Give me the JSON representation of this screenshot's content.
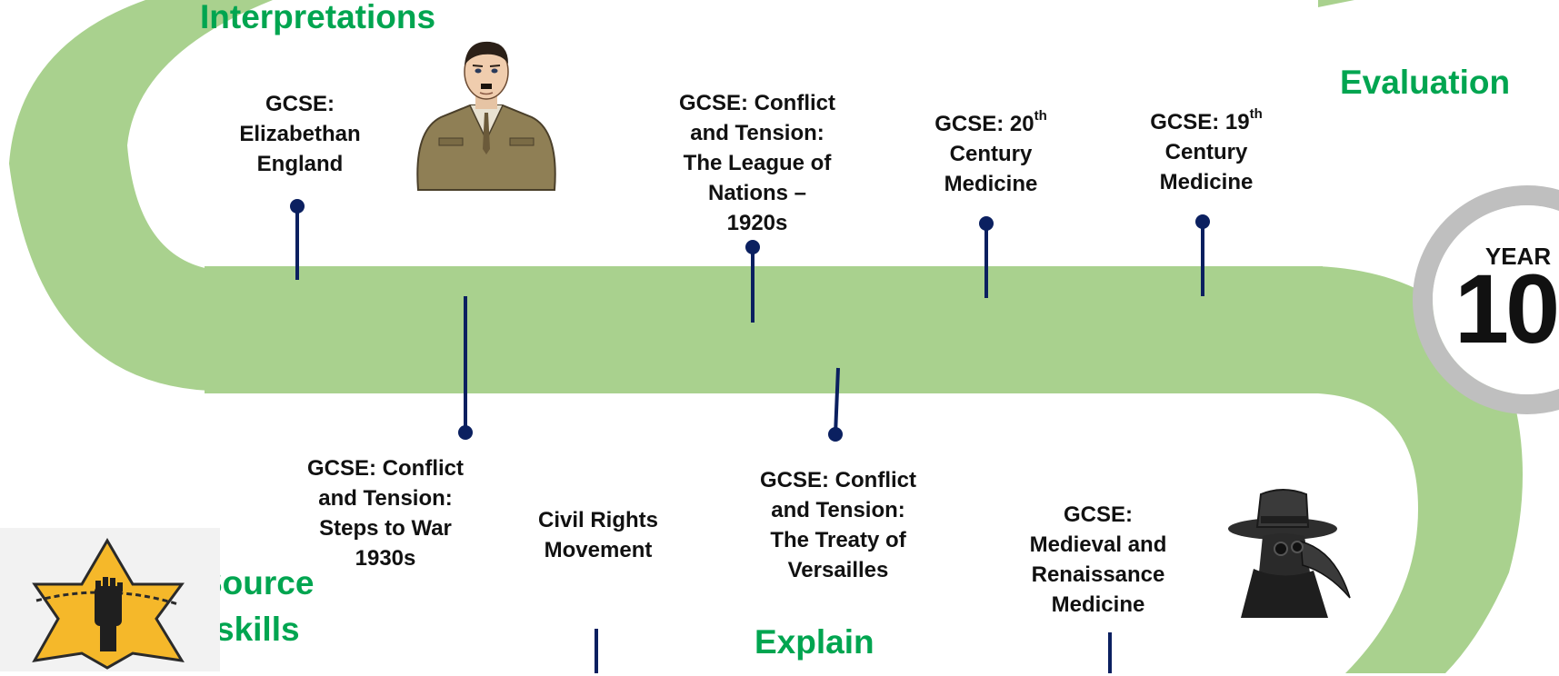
{
  "skills": {
    "interpretations": "Interpretations",
    "evaluation": "Evaluation",
    "source_line1": "Source",
    "source_line2": "skills",
    "explain": "Explain"
  },
  "year": {
    "label": "YEAR",
    "number": "10"
  },
  "topics": {
    "elizabethan": [
      "GCSE:",
      "Elizabethan",
      "England"
    ],
    "league": [
      "GCSE: Conflict",
      "and Tension:",
      "The League of",
      "Nations –",
      "1920s"
    ],
    "c20_medicine": {
      "prefix": "GCSE: 20",
      "sup": "th",
      "line2": "Century",
      "line3": "Medicine"
    },
    "c19_medicine": {
      "prefix": "GCSE: 19",
      "sup": "th",
      "line2": "Century",
      "line3": "Medicine"
    },
    "steps_to_war": [
      "GCSE: Conflict",
      "and Tension:",
      "Steps to War",
      "1930s"
    ],
    "civil_rights": [
      "Civil Rights",
      "Movement"
    ],
    "versailles": [
      "GCSE: Conflict",
      "and Tension:",
      "The Treaty of",
      "Versailles"
    ],
    "medieval": [
      "GCSE:",
      "Medieval and",
      "Renaissance",
      "Medicine"
    ]
  },
  "images": {
    "portrait": "dictator-portrait-illustration",
    "star": "yellow-star-with-fist-icon",
    "plague_doctor": "plague-doctor-mask-illustration"
  },
  "colors": {
    "road": "#a9d18e",
    "marker": "#0b2060",
    "skill_text": "#00a550",
    "year_ring": "#bfbfbf"
  }
}
